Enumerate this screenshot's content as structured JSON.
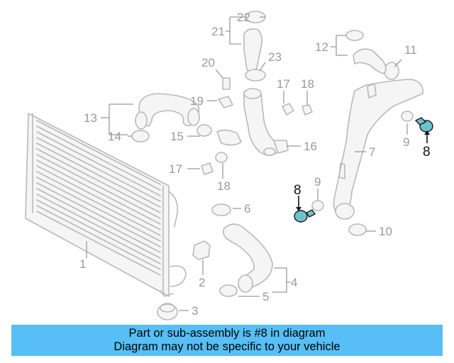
{
  "labels": [
    {
      "id": "1",
      "text": "1"
    },
    {
      "id": "2",
      "text": "2"
    },
    {
      "id": "3",
      "text": "3"
    },
    {
      "id": "4",
      "text": "4"
    },
    {
      "id": "5",
      "text": "5"
    },
    {
      "id": "6",
      "text": "6"
    },
    {
      "id": "7",
      "text": "7"
    },
    {
      "id": "8a",
      "text": "8"
    },
    {
      "id": "8b",
      "text": "8"
    },
    {
      "id": "9a",
      "text": "9"
    },
    {
      "id": "9b",
      "text": "9"
    },
    {
      "id": "10",
      "text": "10"
    },
    {
      "id": "11",
      "text": "11"
    },
    {
      "id": "12",
      "text": "12"
    },
    {
      "id": "13",
      "text": "13"
    },
    {
      "id": "14",
      "text": "14"
    },
    {
      "id": "15",
      "text": "15"
    },
    {
      "id": "16",
      "text": "16"
    },
    {
      "id": "17a",
      "text": "17"
    },
    {
      "id": "17b",
      "text": "17"
    },
    {
      "id": "18a",
      "text": "18"
    },
    {
      "id": "18b",
      "text": "18"
    },
    {
      "id": "19",
      "text": "19"
    },
    {
      "id": "20",
      "text": "20"
    },
    {
      "id": "21",
      "text": "21"
    },
    {
      "id": "22",
      "text": "22"
    },
    {
      "id": "23",
      "text": "23"
    }
  ],
  "banner": {
    "line1": "Part or sub-assembly is #8 in diagram",
    "line2": "Diagram may not be specific to your vehicle",
    "color": "#57bff5"
  },
  "highlight": {
    "part_number": "8",
    "color": "#6fc2cc"
  }
}
